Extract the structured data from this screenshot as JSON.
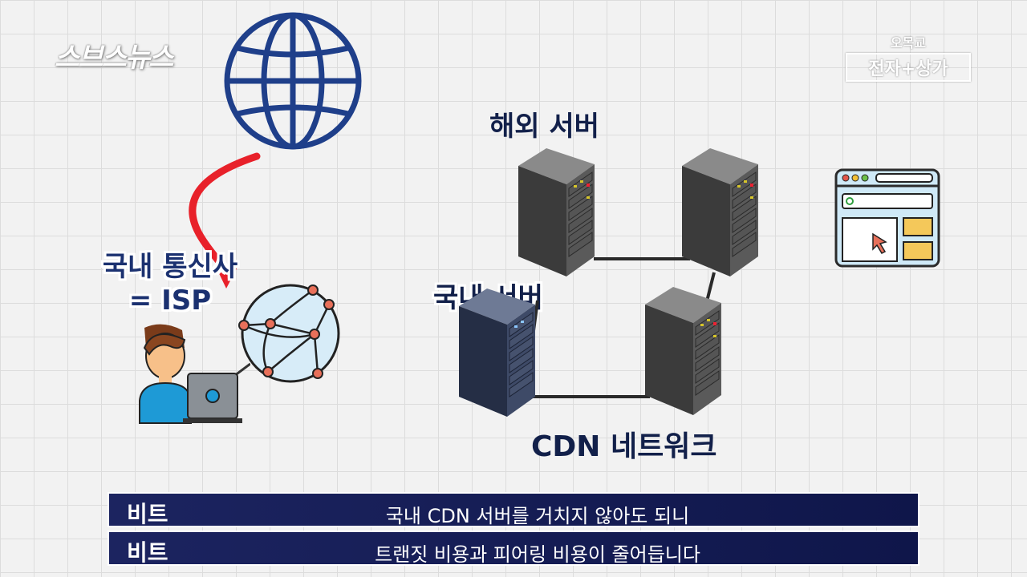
{
  "logo": "스브스뉴스",
  "brand": {
    "top": "오목교",
    "bottom": "전자+상가"
  },
  "labels": {
    "overseas_server": "해외 서버",
    "domestic_isp_line1": "국내 통신사",
    "domestic_isp_line2": "= ISP",
    "domestic_server": "국내 서버",
    "cdn_network": "CDN 네트워크"
  },
  "subtitles": [
    {
      "tag": "비트",
      "text": "국내 CDN 서버를 거치지 않아도 되니"
    },
    {
      "tag": "비트",
      "text": "트랜짓 비용과 피어링 비용이 줄어듭니다"
    }
  ],
  "icons": [
    "globe-icon",
    "network-globe-icon",
    "user-laptop-icon",
    "server-icon",
    "browser-window-icon",
    "cursor-icon"
  ]
}
